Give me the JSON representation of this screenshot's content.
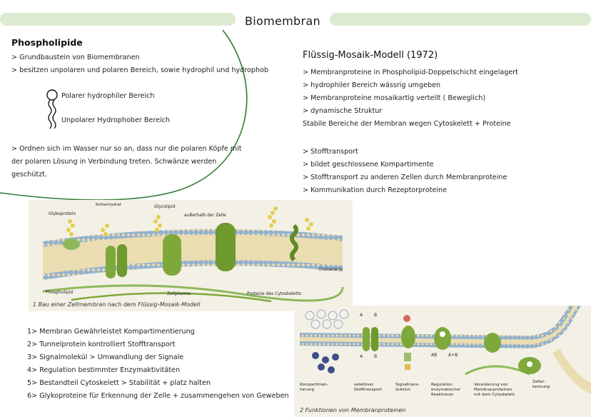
{
  "title": "Biomembran",
  "phospholipide": {
    "heading": "Phospholipide",
    "lines": [
      "> Grundbaustein von Biomembranen",
      "> besitzen unpolaren und polaren Bereich, sowie hydrophil und hydrophob"
    ],
    "polar_label": "Polarer hydrophiler Bereich",
    "unpolar_label": "Unpolarer Hydrophober Bereich",
    "water_lines": [
      "> Ordnen sich im Wasser nur so an, dass nur die polaren Köpfe mit",
      "der polaren Lösung in Verbindung treten. Schwänze werden",
      "geschützt."
    ]
  },
  "modell": {
    "heading": "Flüssig-Mosaik-Modell (1972)",
    "lines": [
      "> Membranproteine in Phospholipid-Doppelschicht eingelagert",
      "> hydrophiler Bereich wässrig umgeben",
      "> Membranproteine mosaikartig verteilt ( Beweglich)",
      "> dynamische Struktur",
      "Stabile Bereiche der Membran wegen Cytoskelett + Proteine"
    ],
    "functions": [
      "> Stofftransport",
      "> bildet geschlossene Kompartimente",
      "> Stofftransport zu anderen Zellen durch Membranproteine",
      "> Kommunikation durch Rezeptorproteine"
    ]
  },
  "figure1": {
    "caption": "1 Bau einer Zellmembran nach dem Flüssig-Mosaik-Modell",
    "labels": {
      "glykoprotein": "Glykoprotein",
      "kohlenhydrat": "Kohlenhydrat",
      "glycolipid": "Glycolipid",
      "ausserhalb": "außerhalb der Zelle",
      "cholesterin": "Cholesterin",
      "phospholipid": "Phospholipid",
      "zellplasma": "Zellplasma",
      "cytoskelett": "Proteine des Cytoskeletts"
    }
  },
  "numbered": [
    "1> Membran Gewährleistet Kompartimentierung",
    "2> Tunnelprotein kontrolliert Stofftransport",
    "3> Signalmolekül > Umwandlung der Signale",
    "4> Regulation bestimmter Enzymaktivitäten",
    "5> Bestandteil Cytoskelett > Stabilität + platz halten",
    "6> Glykoproteine für Erkennung der Zelle + zusammengehen von Geweben"
  ],
  "figure2": {
    "caption": "2 Funktionen von Membranproteinen",
    "labels": {
      "a1": "A",
      "b1": "B",
      "a2": "A",
      "b2": "B",
      "ab": "AB",
      "apb": "A+B",
      "kompart": [
        "Kompartimen-",
        "tierung"
      ],
      "selektiv": [
        "selektiver",
        "Stofftransport"
      ],
      "signal": [
        "Signaltrans-",
        "duktion"
      ],
      "regulation": [
        "Regulation",
        "enzymatischer",
        "Reaktionen"
      ],
      "verankerung": [
        "Verankerung von",
        "Membranproteinen",
        "mit dem Cytoskelett"
      ],
      "zellerkennung": [
        "Zeller-",
        "kennung"
      ]
    }
  },
  "colors": {
    "accent_green": "#dcebd2",
    "curve_green": "#2e7d32",
    "protein_green": "#7fa83a",
    "membrane_blue": "#8fb3d9"
  }
}
